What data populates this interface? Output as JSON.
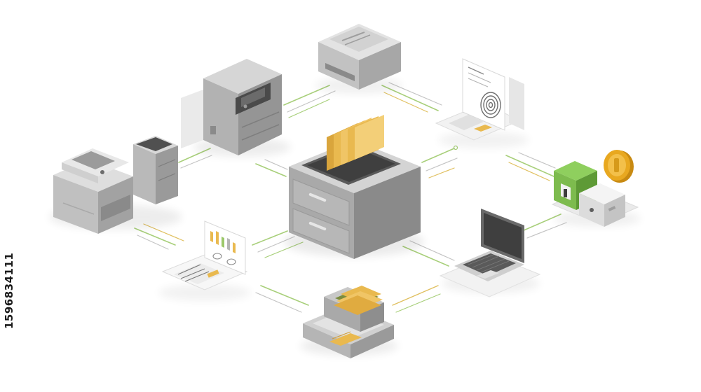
{
  "image": {
    "kind": "isometric illustration",
    "background": "#ffffff",
    "stock_id": "1596834111"
  },
  "palette": {
    "device_light": "#dcdcdc",
    "device_mid": "#bdbdbd",
    "device_dark": "#8e8e8e",
    "cabinet_top": "#d4d4d4",
    "cabinet_left": "#a9a9a9",
    "cabinet_right": "#8a8a8a",
    "folder_yellow": "#e9b94f",
    "coin_gold": "#e8a820",
    "accent_green": "#7dbb4e",
    "connector_green": "#a8cf7a",
    "paper": "#f7f7f7",
    "screen_dark": "#4a4a4a"
  },
  "objects": [
    {
      "name": "filing-cabinet",
      "icon": "filing-cabinet-with-folders"
    },
    {
      "name": "printer-top",
      "icon": "desktop-printer"
    },
    {
      "name": "copier-machine",
      "icon": "office-copier"
    },
    {
      "name": "multifunction-printer",
      "icon": "multifunction-printer"
    },
    {
      "name": "document-with-fingerprint",
      "icon": "fingerprint-document"
    },
    {
      "name": "payment-terminal",
      "icon": "green-terminal-with-coin"
    },
    {
      "name": "laptop",
      "icon": "laptop"
    },
    {
      "name": "file-tray",
      "icon": "file-tray-with-folders"
    },
    {
      "name": "report-booklet",
      "icon": "open-report-with-charts"
    }
  ]
}
